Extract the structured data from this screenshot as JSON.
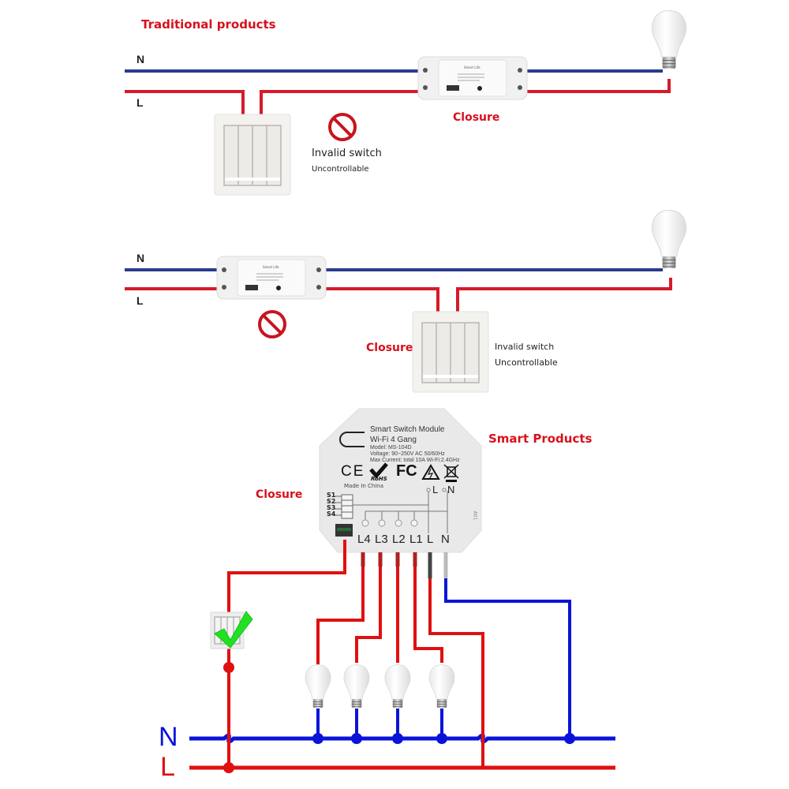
{
  "colors": {
    "neutral_wire": "#2b3a8f",
    "live_wire": "#d61a2a",
    "neutral_bus": "#0a14d8",
    "live_bus": "#e01010",
    "accent_text": "#d8101c",
    "check": "#22e022"
  },
  "section1": {
    "title": "Traditional products",
    "wire_n": "N",
    "wire_l": "L",
    "closure_label": "Closure",
    "invalid_label": "Invalid switch",
    "uncontrollable_label": "Uncontrollable",
    "prohibit_icon": "prohibited-icon"
  },
  "section2": {
    "wire_n": "N",
    "wire_l": "L",
    "closure_label": "Closure",
    "invalid_label": "Invalid switch",
    "uncontrollable_label": "Uncontrollable",
    "prohibit_icon": "prohibited-icon"
  },
  "relay": {
    "brand": "Smart Life"
  },
  "section3": {
    "title": "Smart Products",
    "closure_label": "Closure",
    "bus_n": "N",
    "bus_l": "L",
    "module": {
      "title": "Smart Switch Module",
      "subtitle": "Wi-Fi 4 Gang",
      "model": "Model: MS-104D",
      "voltage": "Voltage: 90~250V AC 50/60Hz",
      "current": "Max Current: total 10A Wi-Fi:2.4GHz",
      "made_in": "Made In China",
      "certs": [
        "CE",
        "RoHS",
        "FC"
      ],
      "s_terminals": [
        "S1",
        "S2",
        "S3",
        "S4"
      ],
      "top_terminals": [
        "L",
        "N"
      ],
      "outputs": [
        "L4",
        "L3",
        "L2",
        "L1",
        "L",
        "N"
      ],
      "side_code": "A01"
    },
    "bulb_count": 4
  }
}
